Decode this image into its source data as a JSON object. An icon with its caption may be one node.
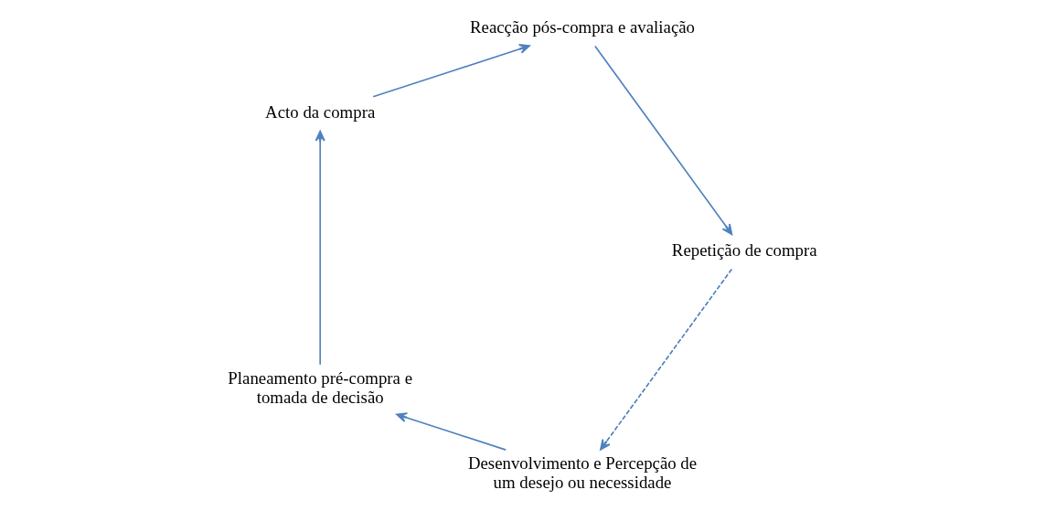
{
  "diagram": {
    "nodes": [
      {
        "text": [
          "Desenvolvimento e Percepção de um desejo ou necessidade"
        ]
      },
      {
        "text": [
          "Planeamento pré-compra e tomada de decisão"
        ]
      },
      {
        "text": [
          "Acto da compra"
        ]
      },
      {
        "text": [
          "Reacção pós-compra e avaliação"
        ]
      },
      {
        "text": [
          "Repetição de compra"
        ]
      }
    ],
    "edges": [
      {
        "from": 0,
        "to": 1,
        "arrow": "to"
      },
      {
        "from": 1,
        "to": 2,
        "arrow": "to"
      },
      {
        "from": 2,
        "to": 3,
        "arrow": "to"
      },
      {
        "from": 3,
        "to": 4,
        "arrow": "to"
      },
      {
        "from": 4,
        "to": 0,
        "arrow": "to",
        "style": "dashed"
      }
    ]
  }
}
